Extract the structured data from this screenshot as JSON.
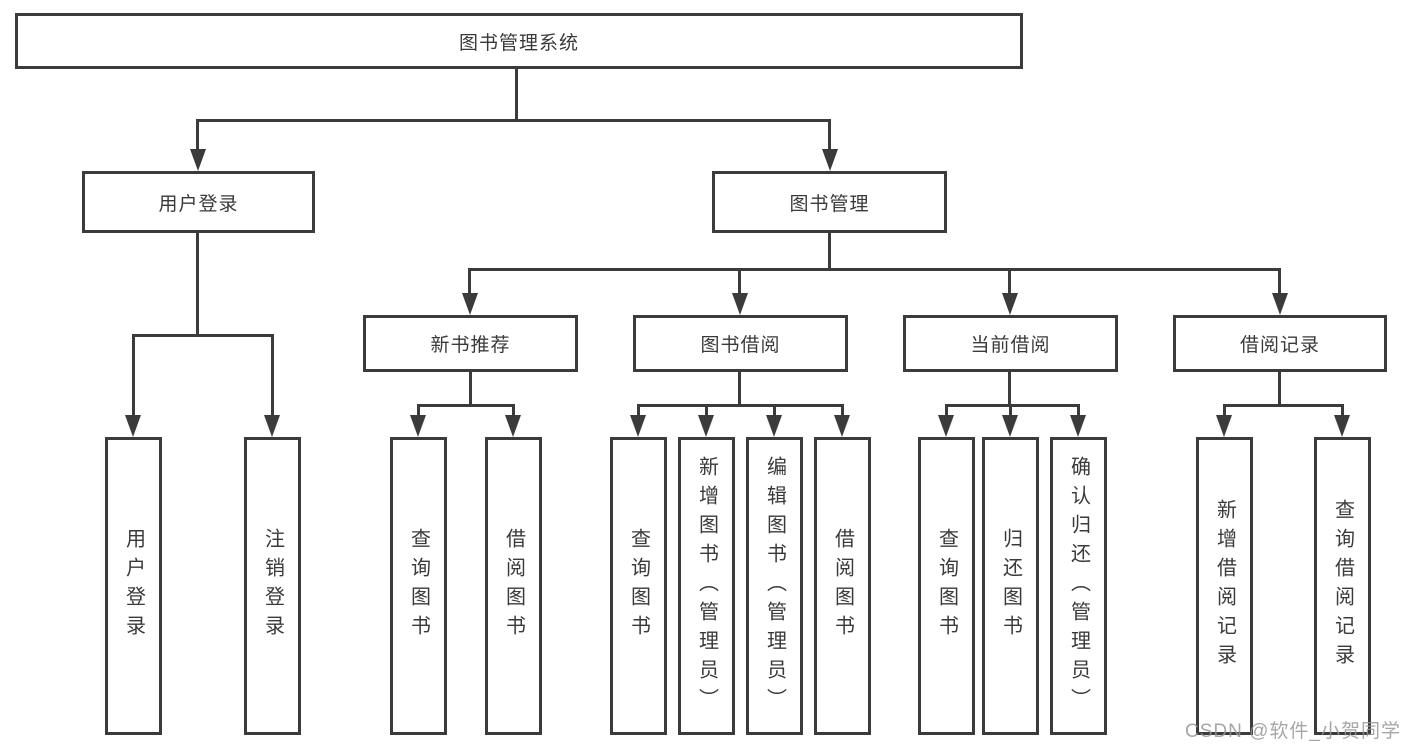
{
  "diagram": {
    "root": {
      "label": "图书管理系统"
    },
    "level2": {
      "user_login": {
        "label": "用户登录"
      },
      "book_mgmt": {
        "label": "图书管理"
      }
    },
    "level3": {
      "new_book": {
        "label": "新书推荐"
      },
      "borrow": {
        "label": "图书借阅"
      },
      "current": {
        "label": "当前借阅"
      },
      "records": {
        "label": "借阅记录"
      }
    },
    "leaves": {
      "user_login_leaf": {
        "label": "用户登录"
      },
      "user_logout": {
        "label": "注销登录"
      },
      "nb_query": {
        "label": "查询图书"
      },
      "nb_borrow": {
        "label": "借阅图书"
      },
      "bb_query": {
        "label": "查询图书"
      },
      "bb_add": {
        "label": "新增图书（管理员）"
      },
      "bb_edit": {
        "label": "编辑图书（管理员）"
      },
      "bb_borrow": {
        "label": "借阅图书"
      },
      "cb_query": {
        "label": "查询图书"
      },
      "cb_return": {
        "label": "归还图书"
      },
      "cb_confirm": {
        "label": "确认归还（管理员）"
      },
      "rec_add": {
        "label": "新增借阅记录"
      },
      "rec_query": {
        "label": "查询借阅记录"
      }
    },
    "watermark": "CSDN @软件_小贺同学",
    "colors": {
      "line": "#3b3b3b",
      "text": "#3a3a3a",
      "background": "#ffffff",
      "watermark": "#969696"
    }
  }
}
